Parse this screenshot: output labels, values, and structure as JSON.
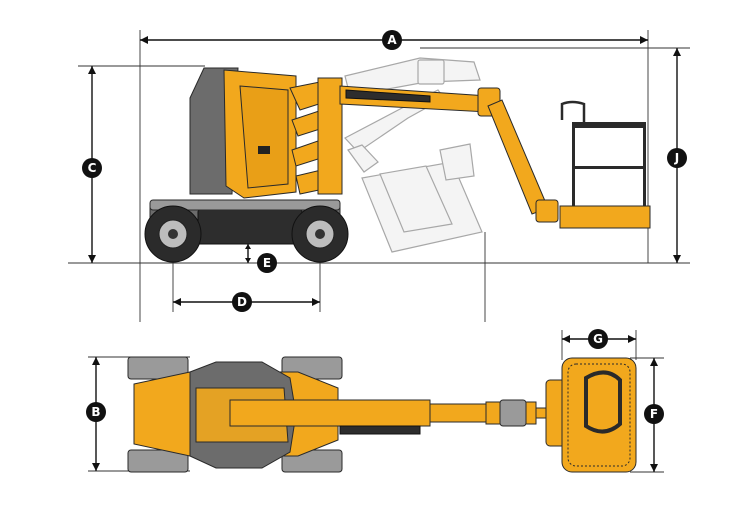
{
  "dimension_labels": {
    "a": "A",
    "b": "B",
    "c": "C",
    "d": "D",
    "e": "E",
    "f": "F",
    "g": "G",
    "j": "J"
  },
  "colors": {
    "machine_yellow": "#f2a81d",
    "machine_grey": "#6c6c6c",
    "dimension_black": "#111111",
    "ghost_outline": "#a8a8a8"
  }
}
